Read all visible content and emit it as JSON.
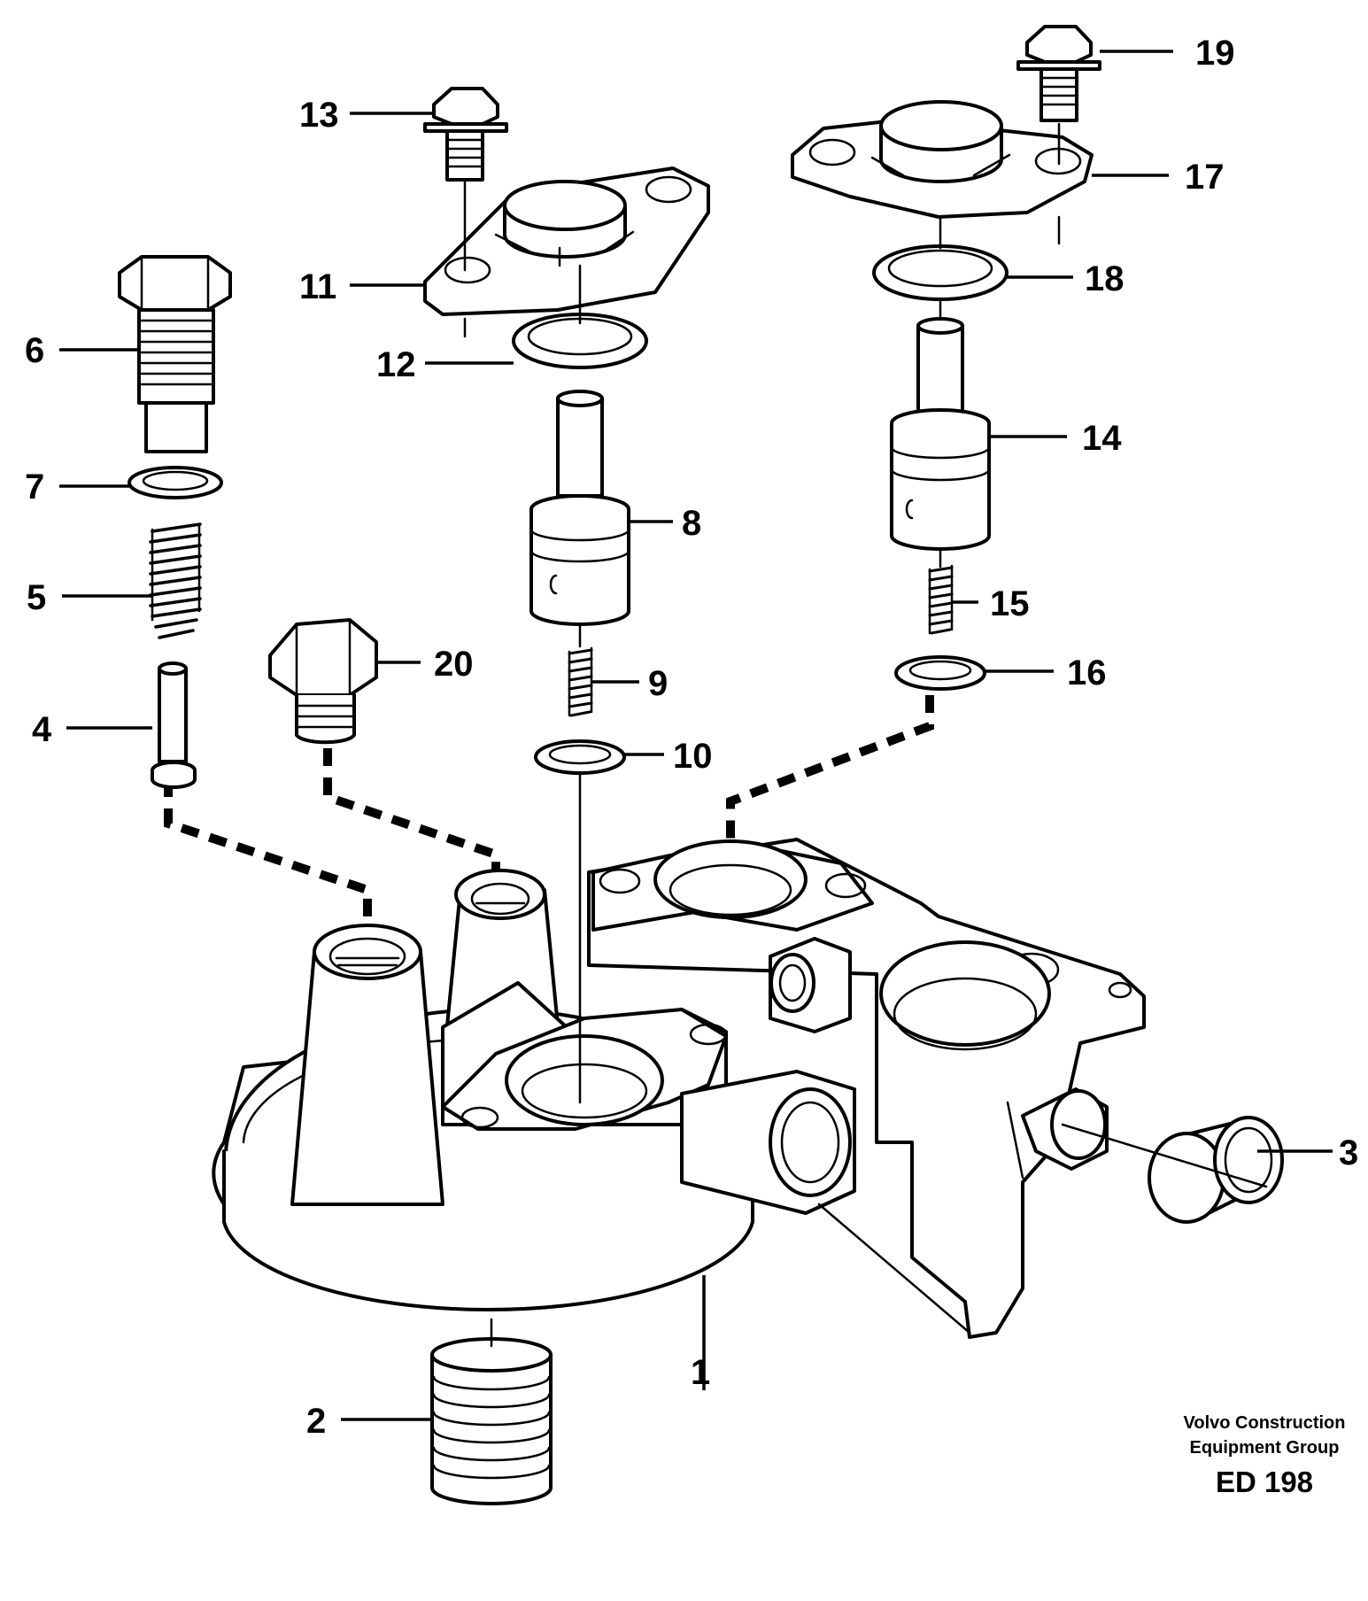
{
  "callouts": {
    "c1": "1",
    "c2": "2",
    "c3": "3",
    "c4": "4",
    "c5": "5",
    "c6": "6",
    "c7": "7",
    "c8": "8",
    "c9": "9",
    "c10": "10",
    "c11": "11",
    "c12": "12",
    "c13": "13",
    "c14": "14",
    "c15": "15",
    "c16": "16",
    "c17": "17",
    "c18": "18",
    "c19": "19",
    "c20": "20"
  },
  "footer": {
    "company_line1": "Volvo Construction",
    "company_line2": "Equipment Group",
    "drawing_code": "ED 198"
  },
  "colors": {
    "ink": "#000000",
    "paper": "#ffffff"
  }
}
